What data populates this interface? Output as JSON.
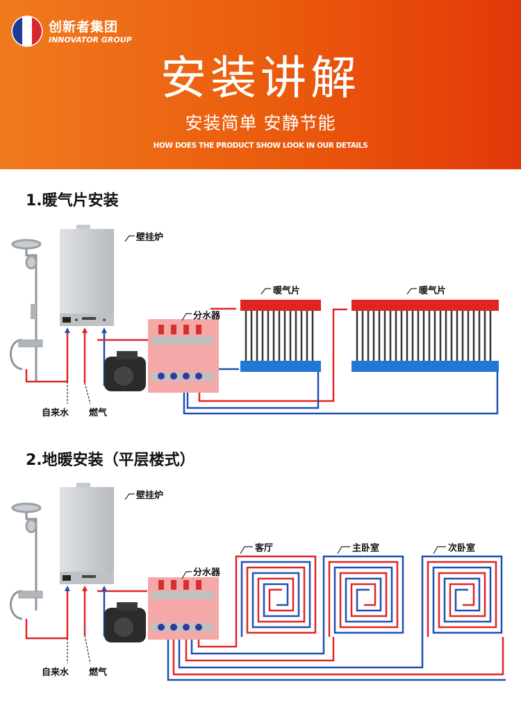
{
  "header": {
    "brand_cn": "创新者集团",
    "brand_en": "INNOVATOR GROUP",
    "title": "安装讲解",
    "subtitle": "安装简单 安静节能",
    "tagline": "HOW DOES THE PRODUCT SHOW LOOK IN OUR DETAILS"
  },
  "section1": {
    "title": "1.暖气片安装",
    "labels": {
      "boiler": "壁挂炉",
      "manifold": "分水器",
      "radiator_1": "暖气片",
      "radiator_2": "暖气片",
      "tap_water": "自来水",
      "gas": "燃气"
    }
  },
  "section2": {
    "title": "2.地暖安装（平层楼式）",
    "labels": {
      "boiler": "壁挂炉",
      "manifold": "分水器",
      "room_1": "客厅",
      "room_2": "主卧室",
      "room_3": "次卧室",
      "tap_water": "自来水",
      "gas": "燃气"
    }
  },
  "colors": {
    "banner": "#ea5a0c",
    "supply_pipe": "#e02424",
    "return_pipe": "#1f4fb0",
    "manifold_box": "#f4a8a8",
    "radiator_top": "#e02424",
    "radiator_bottom": "#1e78d4"
  },
  "icons": [
    "france-flag-logo",
    "shower-icon",
    "boiler-icon",
    "pump-icon",
    "manifold-icon",
    "radiator-icon",
    "floor-coil-icon"
  ]
}
